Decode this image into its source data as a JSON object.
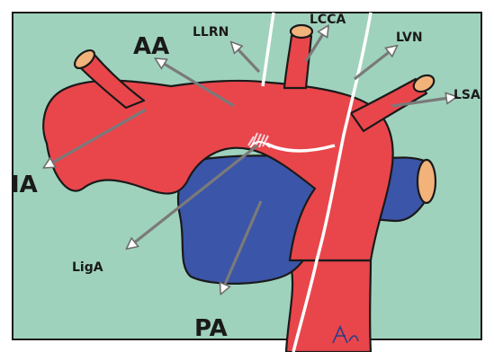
{
  "labels": {
    "aa": "AA",
    "llrn": "LLRN",
    "lcca": "LCCA",
    "lvn": "LVN",
    "lsa": "LSA",
    "ia": "IA",
    "liga": "LigA",
    "pa": "PA"
  },
  "colors": {
    "background": "#9fd2bd",
    "artery": "#e8464b",
    "vein": "#3b55a8",
    "vessel_end": "#f2b37a",
    "nerve": "#ffffff",
    "arrow": "#7a7a7a"
  },
  "icons": {
    "signature": "signature-mark-icon"
  }
}
